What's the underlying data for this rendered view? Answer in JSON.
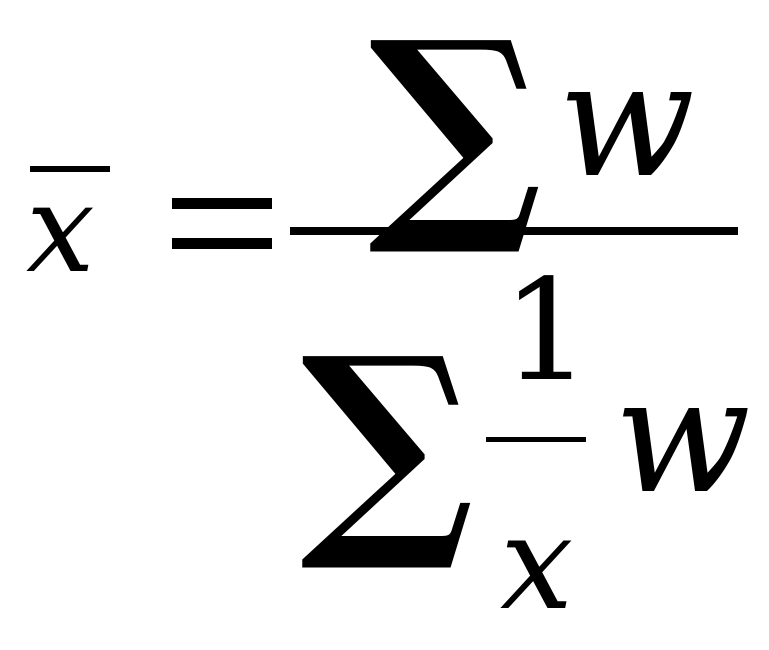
{
  "formula": {
    "lhs": {
      "variable": "x"
    },
    "equals": "=",
    "numerator": {
      "sum_symbol": "∑",
      "term": "w"
    },
    "denominator": {
      "sum_symbol": "∑",
      "fraction": {
        "numerator": "1",
        "denominator": "x"
      },
      "term": "w"
    }
  }
}
